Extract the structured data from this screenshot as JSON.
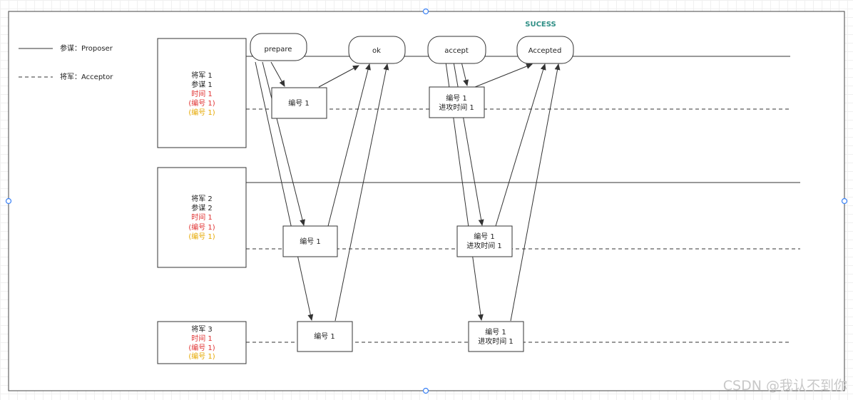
{
  "legend": {
    "proposer": "参谋：Proposer",
    "acceptor": "将军：Acceptor"
  },
  "groups": [
    {
      "lines": [
        {
          "text": "将军 1",
          "color": "dark"
        },
        {
          "text": "参谋 1",
          "color": "dark"
        },
        {
          "text": "时间 1",
          "color": "red"
        },
        {
          "text": "(编号 1)",
          "color": "red"
        },
        {
          "text": "(编号 1)",
          "color": "gold"
        }
      ]
    },
    {
      "lines": [
        {
          "text": "将军 2",
          "color": "dark"
        },
        {
          "text": "参谋 2",
          "color": "dark"
        },
        {
          "text": "时间 1",
          "color": "red"
        },
        {
          "text": "(编号 1)",
          "color": "red"
        },
        {
          "text": "(编号 1)",
          "color": "gold"
        }
      ]
    },
    {
      "lines": [
        {
          "text": "将军 3",
          "color": "dark"
        },
        {
          "text": "时间 1",
          "color": "red"
        },
        {
          "text": "(编号 1)",
          "color": "red"
        },
        {
          "text": "(编号 1)",
          "color": "gold"
        }
      ]
    }
  ],
  "phases": {
    "prepare": "prepare",
    "ok": "ok",
    "accept": "accept",
    "accepted": "Accepted",
    "success": "SUCESS"
  },
  "messages": {
    "prepare_box": "编号 1",
    "accept_box_line1": "编号 1",
    "accept_box_line2": "进攻时间 1"
  },
  "watermark": "CSDN @我认不到你"
}
